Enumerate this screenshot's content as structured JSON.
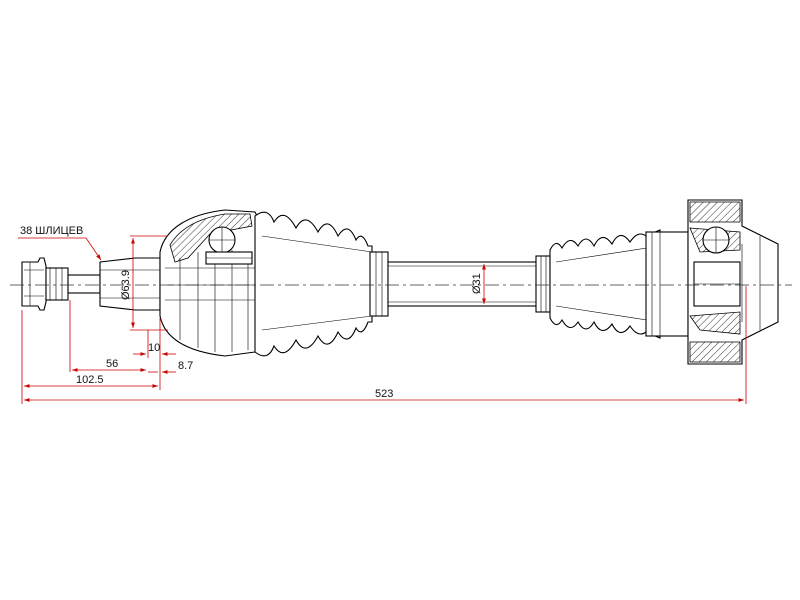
{
  "annotations": {
    "splines_note": "38 ШЛИЦЕВ"
  },
  "dimensions": {
    "overall_length": "523",
    "outer_length": "102.5",
    "stub_length": "56",
    "groove_width": "10",
    "flange_offset": "8.7",
    "cv_joint_diameter": "Ø63.9",
    "shaft_diameter": "Ø31"
  },
  "colors": {
    "dimension_lines": "#cc0000",
    "part_outline": "#000000",
    "background": "#ffffff"
  }
}
